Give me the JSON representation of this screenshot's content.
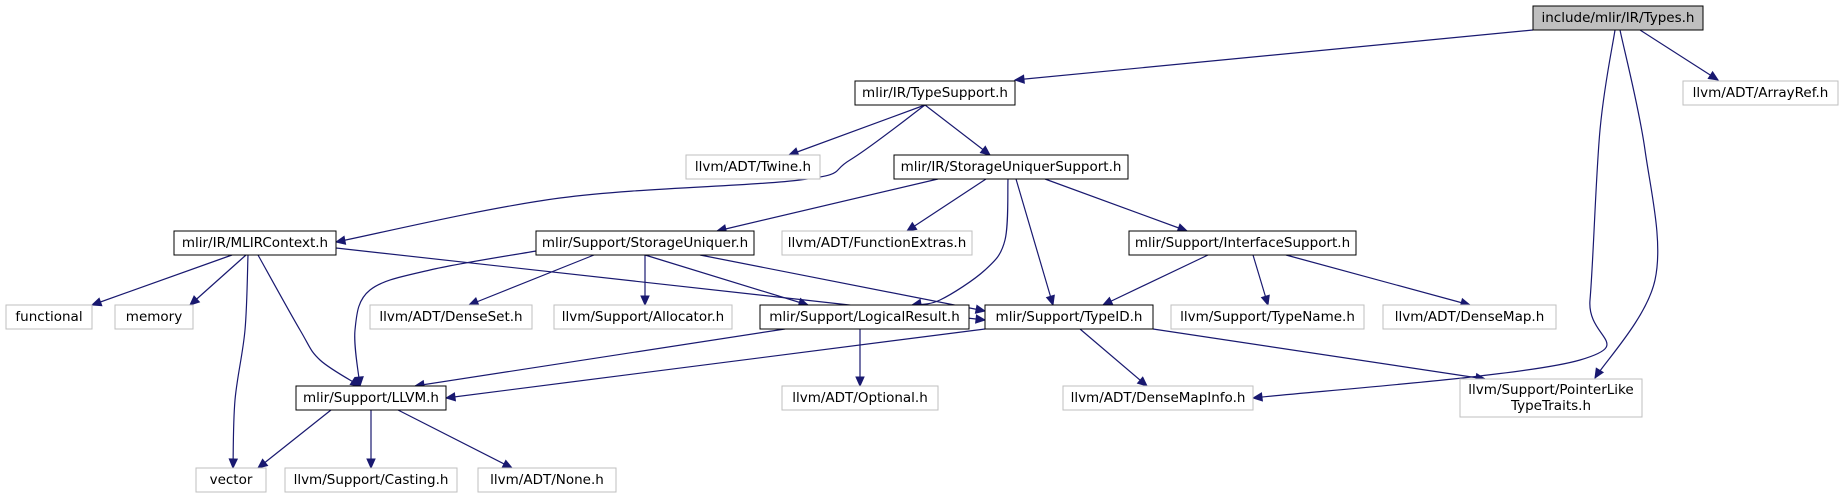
{
  "graph": {
    "nodes": [
      {
        "id": "types",
        "label": [
          "include/mlir/IR/Types.h"
        ],
        "kind": "root"
      },
      {
        "id": "typesupport",
        "label": [
          "mlir/IR/TypeSupport.h"
        ],
        "kind": "local"
      },
      {
        "id": "arrayref",
        "label": [
          "llvm/ADT/ArrayRef.h"
        ],
        "kind": "external"
      },
      {
        "id": "twine",
        "label": [
          "llvm/ADT/Twine.h"
        ],
        "kind": "external"
      },
      {
        "id": "storageuniquersupport",
        "label": [
          "mlir/IR/StorageUniquerSupport.h"
        ],
        "kind": "local"
      },
      {
        "id": "mlircontext",
        "label": [
          "mlir/IR/MLIRContext.h"
        ],
        "kind": "local"
      },
      {
        "id": "storageuniquer",
        "label": [
          "mlir/Support/StorageUniquer.h"
        ],
        "kind": "local"
      },
      {
        "id": "functionextras",
        "label": [
          "llvm/ADT/FunctionExtras.h"
        ],
        "kind": "external"
      },
      {
        "id": "interfacesupport",
        "label": [
          "mlir/Support/InterfaceSupport.h"
        ],
        "kind": "local"
      },
      {
        "id": "functional",
        "label": [
          "functional"
        ],
        "kind": "external"
      },
      {
        "id": "memory",
        "label": [
          "memory"
        ],
        "kind": "external"
      },
      {
        "id": "denseset",
        "label": [
          "llvm/ADT/DenseSet.h"
        ],
        "kind": "external"
      },
      {
        "id": "allocator",
        "label": [
          "llvm/Support/Allocator.h"
        ],
        "kind": "external"
      },
      {
        "id": "logicalresult",
        "label": [
          "mlir/Support/LogicalResult.h"
        ],
        "kind": "local"
      },
      {
        "id": "typeid",
        "label": [
          "mlir/Support/TypeID.h"
        ],
        "kind": "local"
      },
      {
        "id": "typename",
        "label": [
          "llvm/Support/TypeName.h"
        ],
        "kind": "external"
      },
      {
        "id": "densemap",
        "label": [
          "llvm/ADT/DenseMap.h"
        ],
        "kind": "external"
      },
      {
        "id": "llvm",
        "label": [
          "mlir/Support/LLVM.h"
        ],
        "kind": "local"
      },
      {
        "id": "optional",
        "label": [
          "llvm/ADT/Optional.h"
        ],
        "kind": "external"
      },
      {
        "id": "densemapinfo",
        "label": [
          "llvm/ADT/DenseMapInfo.h"
        ],
        "kind": "external"
      },
      {
        "id": "pointerlike",
        "label": [
          "llvm/Support/PointerLike",
          "TypeTraits.h"
        ],
        "kind": "external"
      },
      {
        "id": "vector",
        "label": [
          "vector"
        ],
        "kind": "external"
      },
      {
        "id": "casting",
        "label": [
          "llvm/Support/Casting.h"
        ],
        "kind": "external"
      },
      {
        "id": "none",
        "label": [
          "llvm/ADT/None.h"
        ],
        "kind": "external"
      }
    ],
    "edges": [
      {
        "from": "types",
        "to": "typesupport"
      },
      {
        "from": "types",
        "to": "arrayref"
      },
      {
        "from": "types",
        "to": "densemapinfo"
      },
      {
        "from": "types",
        "to": "pointerlike"
      },
      {
        "from": "typesupport",
        "to": "twine"
      },
      {
        "from": "typesupport",
        "to": "storageuniquersupport"
      },
      {
        "from": "typesupport",
        "to": "mlircontext"
      },
      {
        "from": "storageuniquersupport",
        "to": "storageuniquer"
      },
      {
        "from": "storageuniquersupport",
        "to": "functionextras"
      },
      {
        "from": "storageuniquersupport",
        "to": "interfacesupport"
      },
      {
        "from": "storageuniquersupport",
        "to": "logicalresult"
      },
      {
        "from": "storageuniquersupport",
        "to": "typeid"
      },
      {
        "from": "mlircontext",
        "to": "functional"
      },
      {
        "from": "mlircontext",
        "to": "memory"
      },
      {
        "from": "mlircontext",
        "to": "vector"
      },
      {
        "from": "mlircontext",
        "to": "llvm"
      },
      {
        "from": "mlircontext",
        "to": "typeid"
      },
      {
        "from": "storageuniquer",
        "to": "denseset"
      },
      {
        "from": "storageuniquer",
        "to": "allocator"
      },
      {
        "from": "storageuniquer",
        "to": "logicalresult"
      },
      {
        "from": "storageuniquer",
        "to": "typeid"
      },
      {
        "from": "storageuniquer",
        "to": "llvm"
      },
      {
        "from": "interfacesupport",
        "to": "typeid"
      },
      {
        "from": "interfacesupport",
        "to": "typename"
      },
      {
        "from": "interfacesupport",
        "to": "densemap"
      },
      {
        "from": "logicalresult",
        "to": "llvm"
      },
      {
        "from": "logicalresult",
        "to": "optional"
      },
      {
        "from": "typeid",
        "to": "llvm"
      },
      {
        "from": "typeid",
        "to": "densemapinfo"
      },
      {
        "from": "typeid",
        "to": "pointerlike"
      },
      {
        "from": "llvm",
        "to": "vector"
      },
      {
        "from": "llvm",
        "to": "casting"
      },
      {
        "from": "llvm",
        "to": "none"
      }
    ]
  },
  "colors": {
    "root_fill": "#bfbfbf",
    "local_stroke": "#000000",
    "external_stroke": "#bfbfbf",
    "edge": "#191970"
  }
}
